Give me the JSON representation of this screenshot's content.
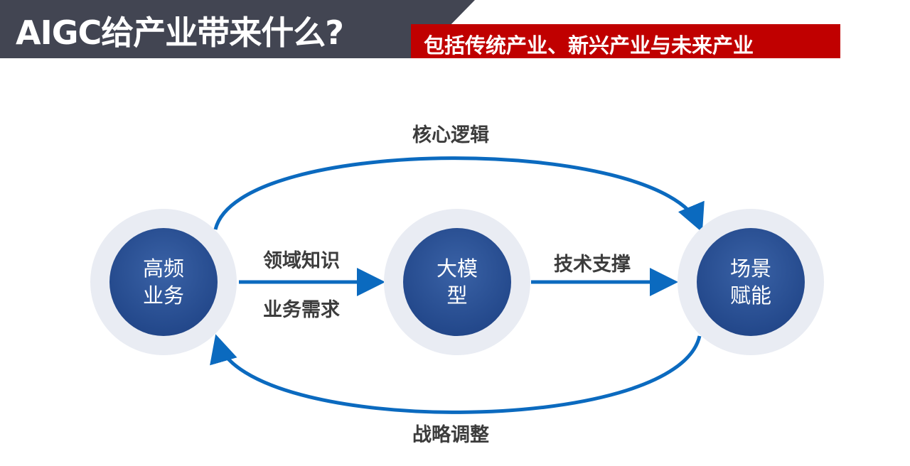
{
  "header": {
    "title": "AIGC给产业带来什么?",
    "subtitle": "包括传统产业、新兴产业与未来产业"
  },
  "nodes": {
    "left": "高频业务",
    "center": "大模型",
    "right": "场景赋能"
  },
  "edges": {
    "top_arc": "核心逻辑",
    "left_to_center_top": "领域知识",
    "left_to_center_bottom": "业务需求",
    "center_to_right": "技术支撑",
    "bottom_arc": "战略调整"
  },
  "colors": {
    "arrow": "#0b6abf",
    "node_core": "#24498c",
    "title_bg": "#424552",
    "subtitle_bg": "#c00000"
  }
}
